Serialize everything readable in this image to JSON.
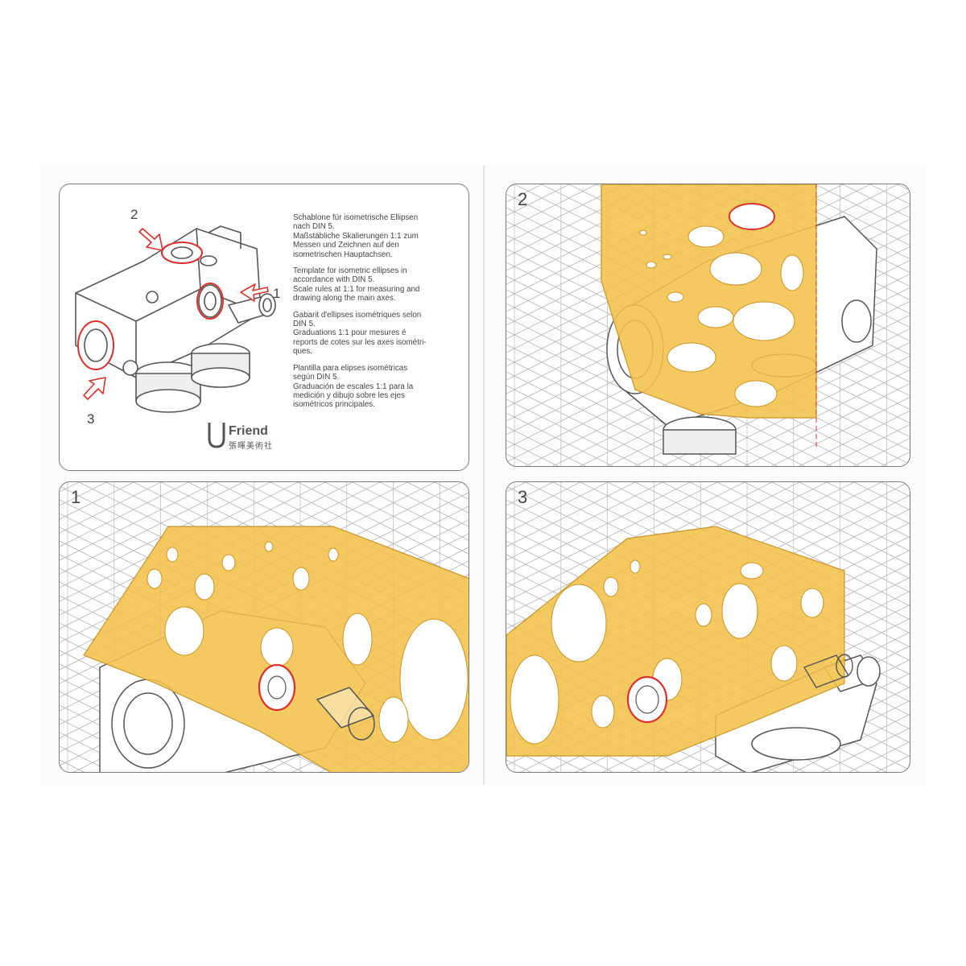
{
  "panels": {
    "intro": {
      "callouts": [
        "2",
        "1",
        "3"
      ],
      "paragraphs": [
        [
          "Schablone für isometrische Ellipsen",
          "nach DIN 5.",
          "Maßstäbliche Skalierungen 1:1 zum",
          "Messen und Zeichnen auf den",
          "isometrischen Hauptachsen."
        ],
        [
          "Template for isometric ellipses in",
          "accordance with DIN 5.",
          "Scale rules at 1:1 for measuring and",
          "drawing along the main axes."
        ],
        [
          "Gabarit d'ellipses isométriques selon",
          "DIN 5.",
          "Graduations 1:1 pour mesures é",
          "reports de cotes sur les axes isométri-",
          "ques."
        ],
        [
          "Plantilla para elipses isométricas",
          "según DIN 5.",
          "Graduación de escales 1:1 para la",
          "medición y dibujo sobre les ejes",
          "isométricos principales."
        ]
      ],
      "logo": {
        "word": "Friend",
        "chinese": "張暉美術社"
      }
    },
    "step2": {
      "number": "2"
    },
    "step1": {
      "number": "1"
    },
    "step3": {
      "number": "3"
    }
  },
  "colors": {
    "template_yellow": "#f2c24a",
    "template_edge": "#c8952a",
    "grid_line": "#b8b8b8",
    "outline": "#555555",
    "highlight_red": "#d9312b",
    "panel_border": "#7a7a7a"
  },
  "icons": [
    "arrow-callout-icon",
    "valve-block-drawing",
    "ellipse-template",
    "friend-logo-icon"
  ]
}
